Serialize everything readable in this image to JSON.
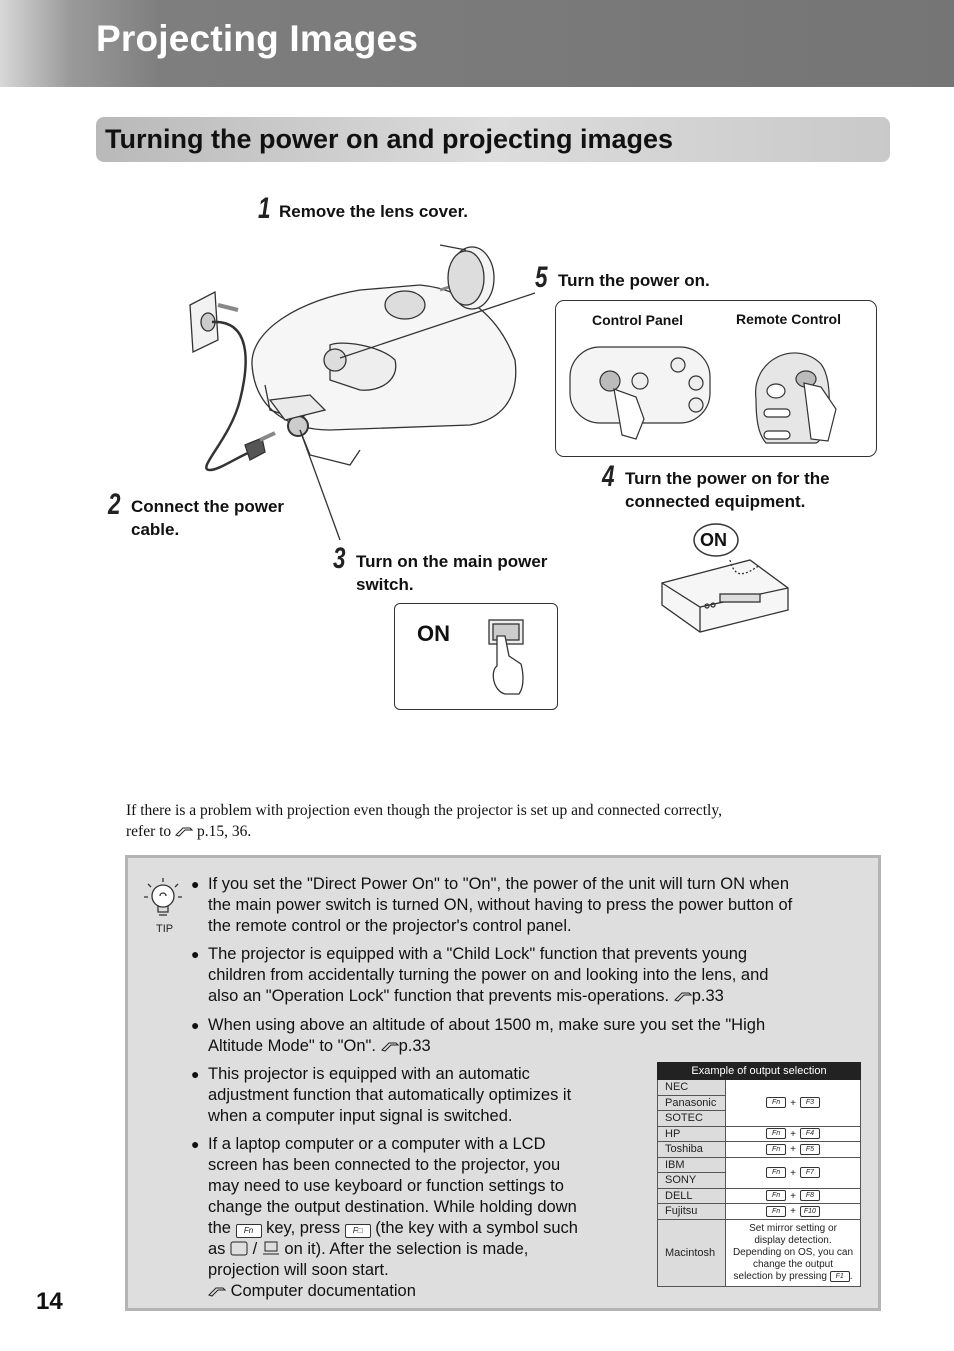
{
  "header": {
    "title": "Projecting Images"
  },
  "section": {
    "title": "Turning the power on and projecting images"
  },
  "steps": {
    "s1": {
      "num": "1",
      "text": "Remove the lens cover."
    },
    "s2": {
      "num": "2",
      "line1": "Connect the power",
      "line2": "cable."
    },
    "s3": {
      "num": "3",
      "line1": "Turn on the main power",
      "line2": "switch."
    },
    "s4": {
      "num": "4",
      "line1": "Turn the power on for the",
      "line2": "connected equipment."
    },
    "s5": {
      "num": "5",
      "text": "Turn the power on."
    }
  },
  "panel": {
    "control_panel": "Control Panel",
    "remote_control": "Remote Control"
  },
  "on_switch_label": "ON",
  "equipment_on_label": "ON",
  "note": {
    "line1": "If there is a problem with projection even though the projector is set up and connected correctly,",
    "line2_pre": "refer to",
    "line2_ref": "p.15, 36."
  },
  "tip": {
    "label": "TIP",
    "b1": [
      "If you set the \"Direct Power On\" to \"On\", the power of the unit will turn ON when",
      "the main power switch is turned ON, without having to press the power button of",
      "the remote control or the projector's control panel."
    ],
    "b2": [
      "The projector is equipped with a \"Child Lock\" function that prevents young",
      "children from accidentally turning the power on and looking into the lens, and",
      "also an \"Operation Lock\" function that prevents mis-operations."
    ],
    "b2_ref": "p.33",
    "b3": [
      "When using above an altitude of about 1500 m, make sure you set the \"High",
      "Altitude Mode\" to \"On\"."
    ],
    "b3_ref": "p.33",
    "b4": [
      "This projector is equipped with an automatic",
      "adjustment function that automatically optimizes it",
      "when a computer input signal is switched."
    ],
    "b5": [
      "If a laptop computer or a computer with a LCD",
      "screen has been connected to the projector, you",
      "may need to use keyboard or function settings to",
      "change the output destination. While holding down"
    ],
    "b5_l5_a": "the",
    "b5_l5_b": "key, press",
    "b5_l5_c": "(the key with a symbol such",
    "b5_l6_a": "as",
    "b5_l6_b": "/",
    "b5_l6_c": "on it). After the selection is made,",
    "b5_l7": "projection will soon start.",
    "b5_l8": "Computer documentation"
  },
  "output_table": {
    "title": "Example of output selection",
    "brands": [
      "NEC",
      "Panasonic",
      "SOTEC",
      "HP",
      "Toshiba",
      "IBM",
      "SONY",
      "DELL",
      "Fujitsu",
      "Macintosh"
    ],
    "fn": "Fn",
    "keys": {
      "f3": "F3",
      "f4": "F4",
      "f5": "F5",
      "f7": "F7",
      "f8": "F8",
      "f10": "F10"
    },
    "plus": "+",
    "mac_text": [
      "Set mirror setting or",
      "display detection.",
      "Depending on OS, you can",
      "change the output",
      "selection by pressing"
    ],
    "mac_key": "F1"
  },
  "page_number": "14",
  "colors": {
    "header_bg": "#757575",
    "section_bg": "#cccccc",
    "tip_bg": "#dedede",
    "table_header": "#222222"
  }
}
